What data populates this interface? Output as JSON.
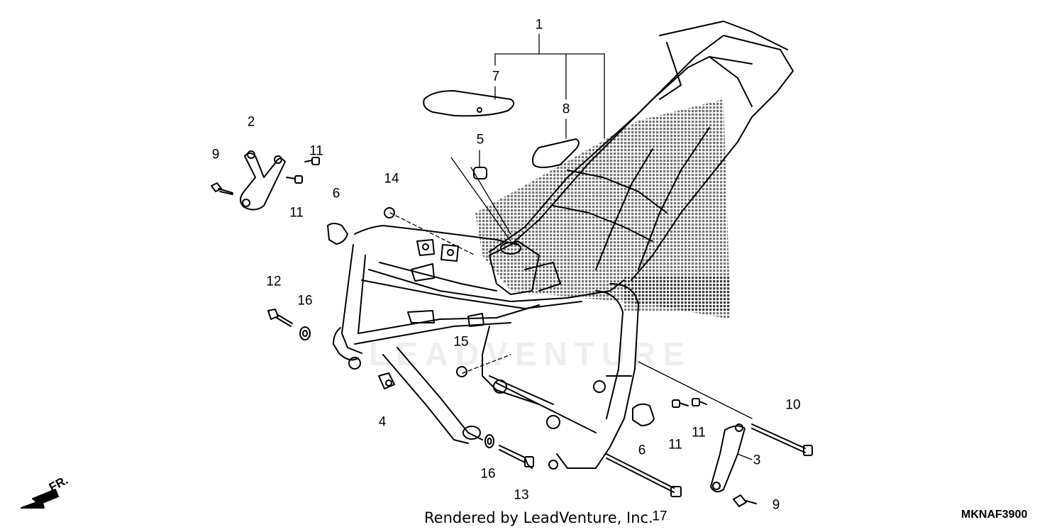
{
  "watermark": "LEADVENTURE",
  "footer": "Rendered by LeadVenture, Inc.",
  "diagram_code": "MKNAF3900",
  "front_label": "FR.",
  "callouts": {
    "c1": "1",
    "c2": "2",
    "c3": "3",
    "c4": "4",
    "c5": "5",
    "c6a": "6",
    "c6b": "6",
    "c7": "7",
    "c8": "8",
    "c9a": "9",
    "c9b": "9",
    "c10": "10",
    "c11a": "11",
    "c11b": "11",
    "c11c": "11",
    "c11d": "11",
    "c12": "12",
    "c13": "13",
    "c14": "14",
    "c15": "15",
    "c16a": "16",
    "c16b": "16",
    "c17": "17"
  }
}
